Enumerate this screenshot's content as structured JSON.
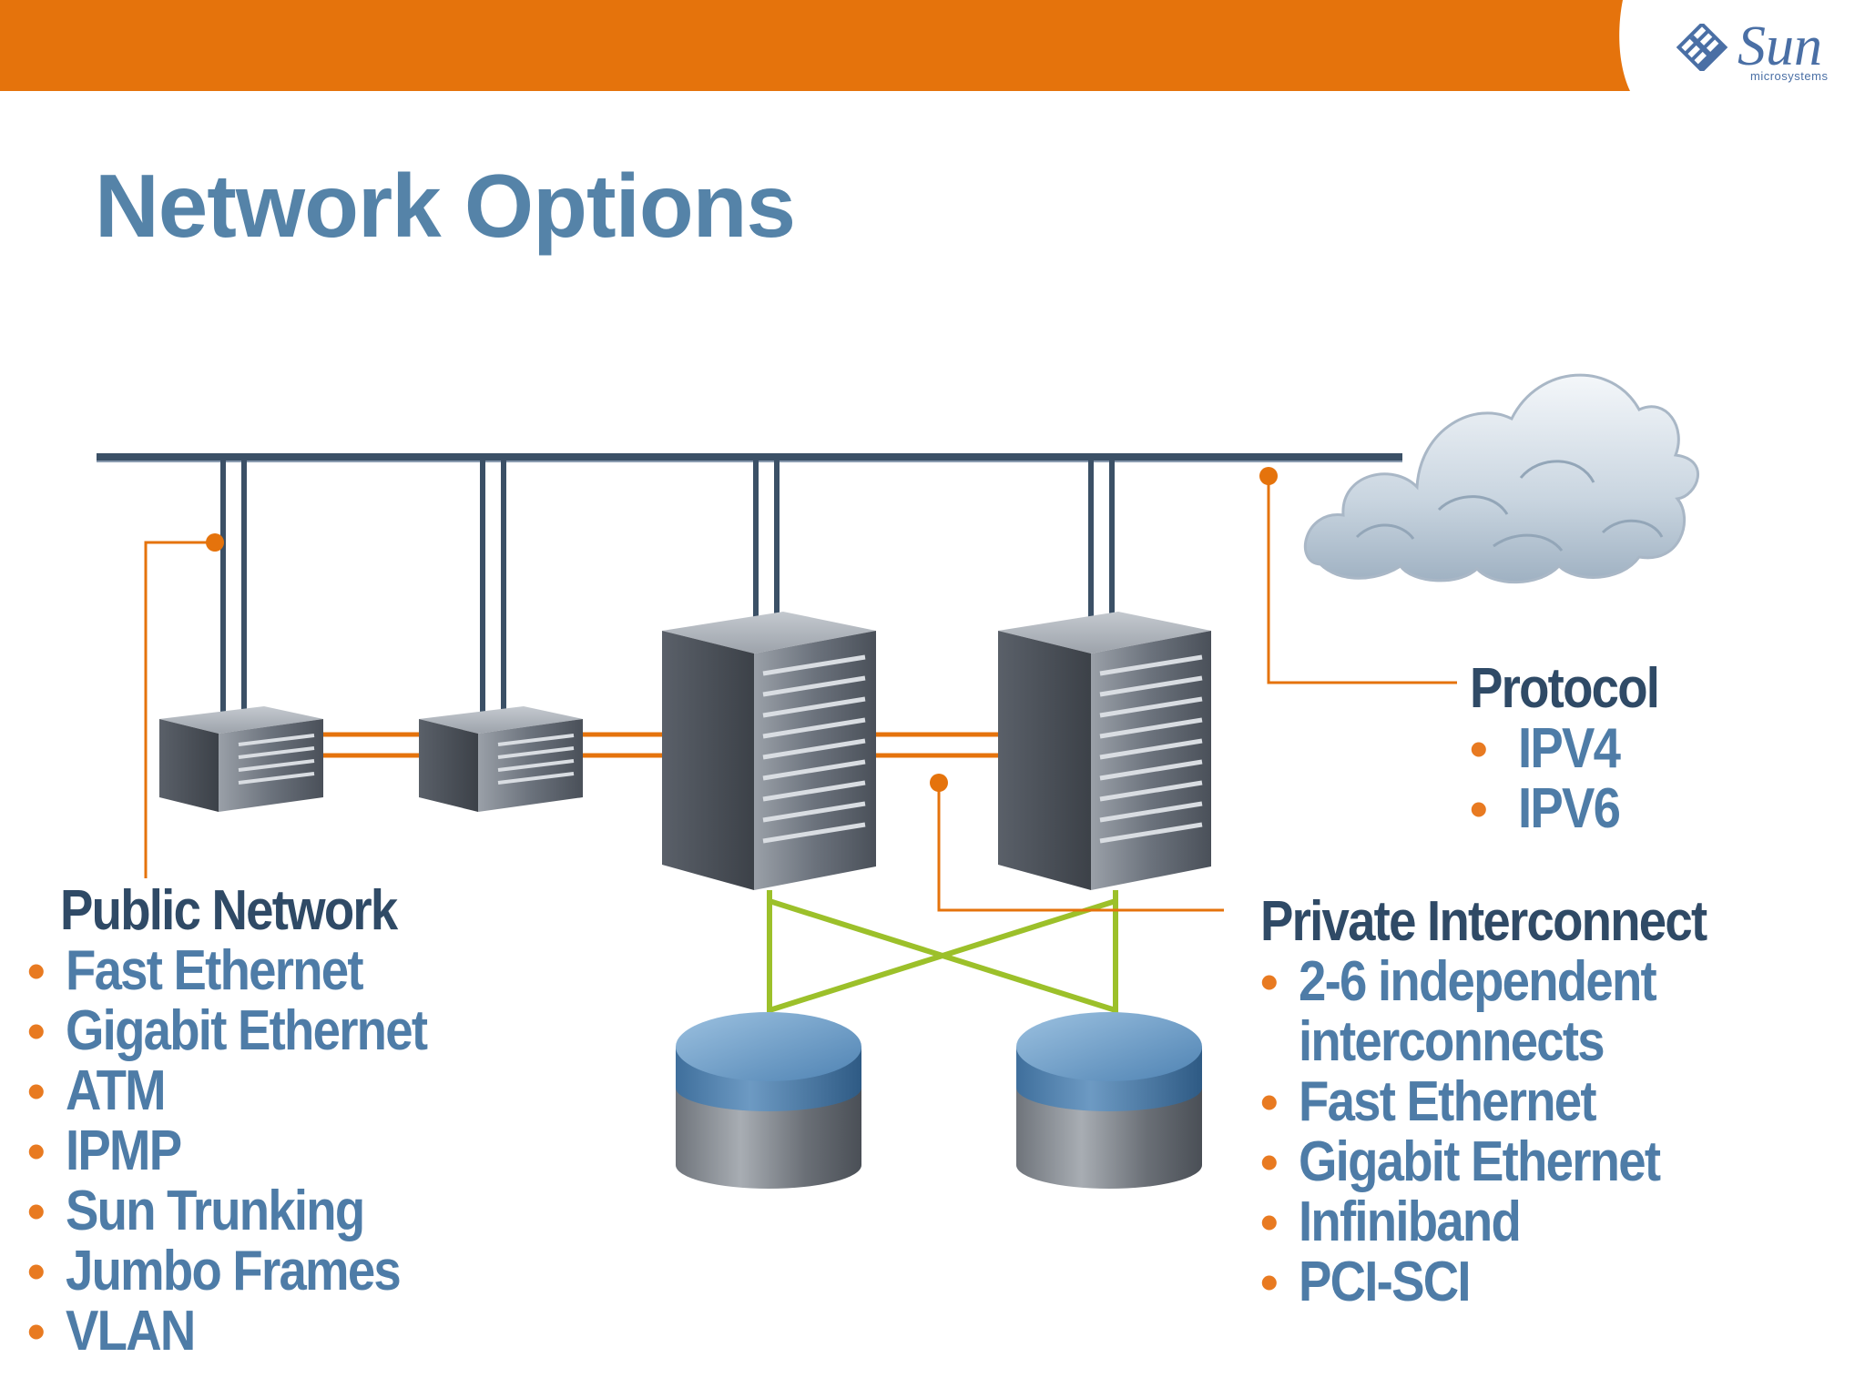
{
  "header": {
    "band_color": "#e5730c",
    "logo_word": "Sun",
    "logo_sub": "microsystems"
  },
  "title": "Network Options",
  "colors": {
    "title": "#5583a8",
    "heading": "#2f4a66",
    "bullet_text": "#4e7ca7",
    "bullet_dot": "#e87a21",
    "orange_link": "#e5730c",
    "green_link": "#9cc02a",
    "backbone": "#3b5066"
  },
  "public_network": {
    "heading": "Public Network",
    "items": [
      "Fast Ethernet",
      "Gigabit Ethernet",
      "ATM",
      "IPMP",
      "Sun Trunking",
      "Jumbo Frames",
      "VLAN"
    ]
  },
  "protocol": {
    "heading": "Protocol",
    "items": [
      "IPV4",
      "IPV6"
    ]
  },
  "private_interconnect": {
    "heading": "Private Interconnect",
    "items": [
      "2-6 independent",
      "interconnects",
      "Fast Ethernet",
      "Gigabit Ethernet",
      "Infiniband",
      "PCI-SCI"
    ]
  }
}
